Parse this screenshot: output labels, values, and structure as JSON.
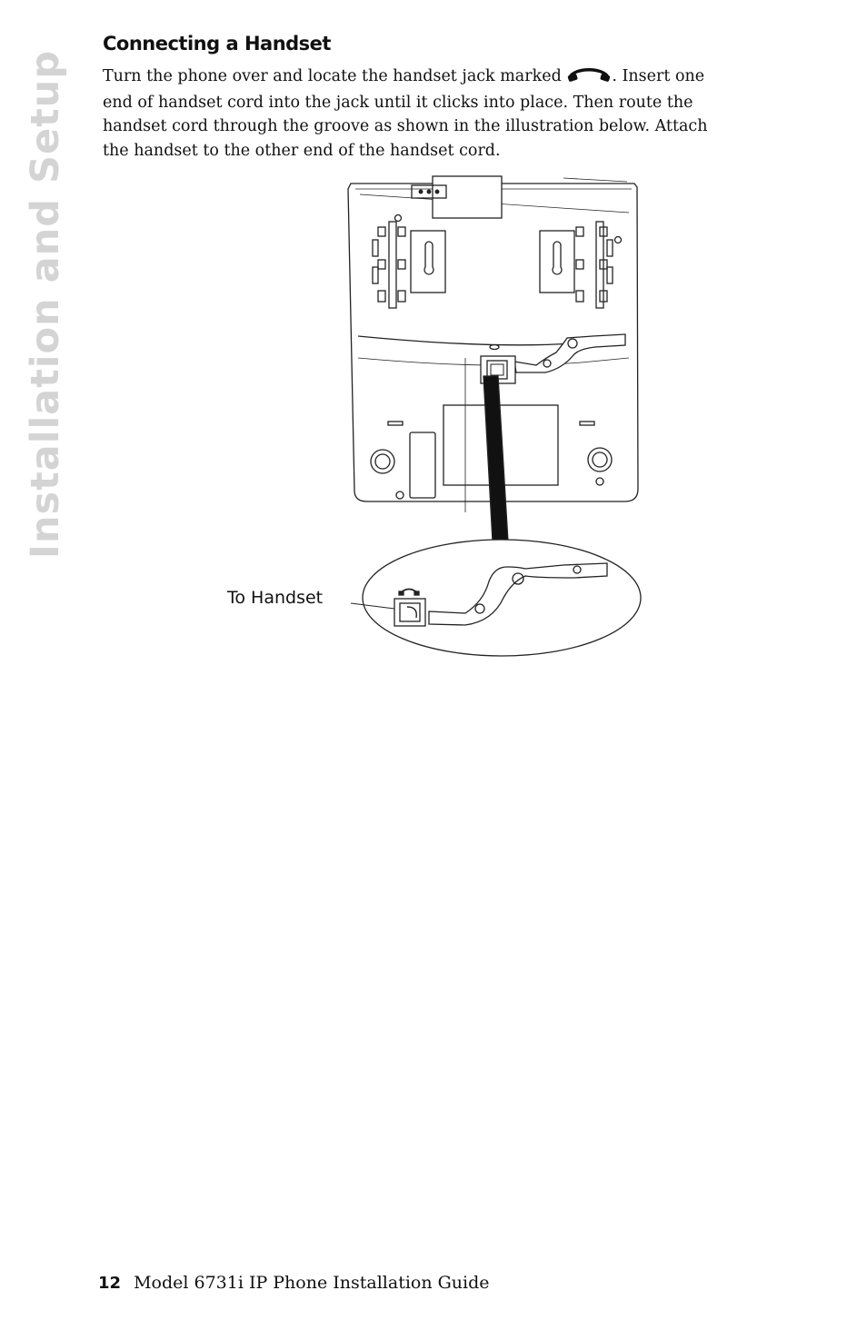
{
  "side_tab": {
    "label": "Installation and Setup"
  },
  "section": {
    "heading": "Connecting a Handset",
    "lines": [
      {
        "before": "Turn the phone over and locate the handset jack marked ",
        "after": ". Insert one"
      },
      {
        "text": "end of handset cord into the jack until it clicks into place. Then route the"
      },
      {
        "text": "handset cord through the groove as shown in the illustration below. Attach"
      },
      {
        "text": "the handset to the other end of the handset cord."
      }
    ],
    "inline_icon": "handset-icon"
  },
  "figure": {
    "callout_label": "To Handset",
    "icons": [
      "phone-base-illustration",
      "handset-jack-icon",
      "cord-groove-detail"
    ]
  },
  "footer": {
    "page_number": "12",
    "guide_title": "Model 6731i IP Phone Installation Guide"
  }
}
